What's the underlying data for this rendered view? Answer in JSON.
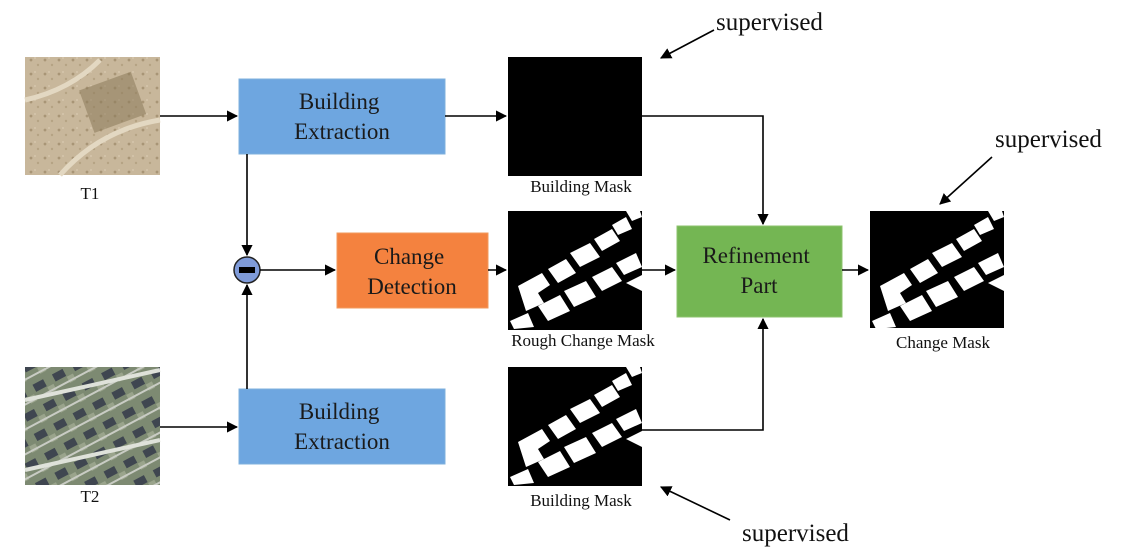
{
  "colors": {
    "building_extraction": "#6ea6e0",
    "change_detection": "#f4823f",
    "refinement": "#74b653",
    "subtract_node": "#7f9bd9",
    "mask_background": "#000000",
    "mask_building": "#ffffff"
  },
  "inputs": {
    "t1_label": "T1",
    "t2_label": "T2"
  },
  "blocks": {
    "building_extraction_top": [
      "Building",
      "Extraction"
    ],
    "change_detection": [
      "Change",
      "Detection"
    ],
    "refinement": [
      "Refinement",
      "Part"
    ],
    "building_extraction_bottom": [
      "Building",
      "Extraction"
    ]
  },
  "captions": {
    "building_mask_top": "Building Mask",
    "rough_change_mask": "Rough Change Mask",
    "building_mask_bottom": "Building Mask",
    "change_mask": "Change Mask"
  },
  "annotations": {
    "supervised_top": "supervised",
    "supervised_right": "supervised",
    "supervised_bottom": "supervised"
  },
  "icons": {
    "subtract_node": "minus-circle-icon"
  }
}
